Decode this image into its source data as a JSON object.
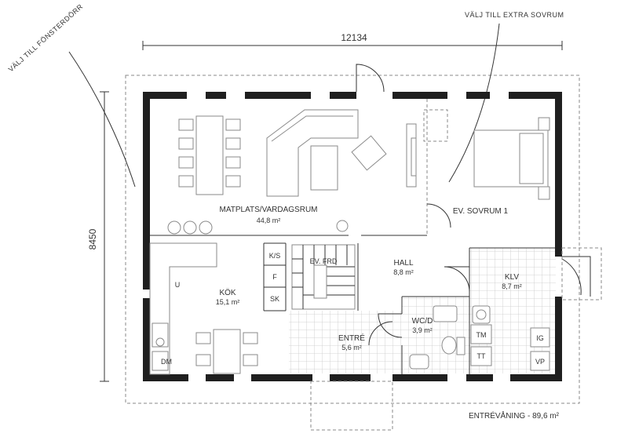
{
  "dimensions": {
    "width": "12134",
    "height": "8450"
  },
  "annotations": {
    "window_door": "VÄLJ TILL FÖNSTERDÖRR",
    "extra_bedroom": "VÄLJ TILL EXTRA SOVRUM"
  },
  "rooms": {
    "living": {
      "name": "MATPLATS/VARDAGSRUM",
      "area": "44,8 m²"
    },
    "bedroom": {
      "name": "EV. SOVRUM 1",
      "area": ""
    },
    "hall": {
      "name": "HALL",
      "area": "8,8 m²"
    },
    "kitchen": {
      "name": "KÖK",
      "area": "15,1 m²"
    },
    "entre": {
      "name": "ENTRÉ",
      "area": "5,6 m²"
    },
    "wc": {
      "name": "WC/D",
      "area": "3,9 m²"
    },
    "klv": {
      "name": "KLV",
      "area": "8,7 m²"
    }
  },
  "labels": {
    "ks": "K/S",
    "f": "F",
    "sk": "SK",
    "u": "U",
    "dm": "DM",
    "tm": "TM",
    "tt": "TT",
    "ig": "IG",
    "vp": "VP",
    "ev_frd": "EV. FRD"
  },
  "footer": "ENTRÉVÅNING - 89,6 m²"
}
